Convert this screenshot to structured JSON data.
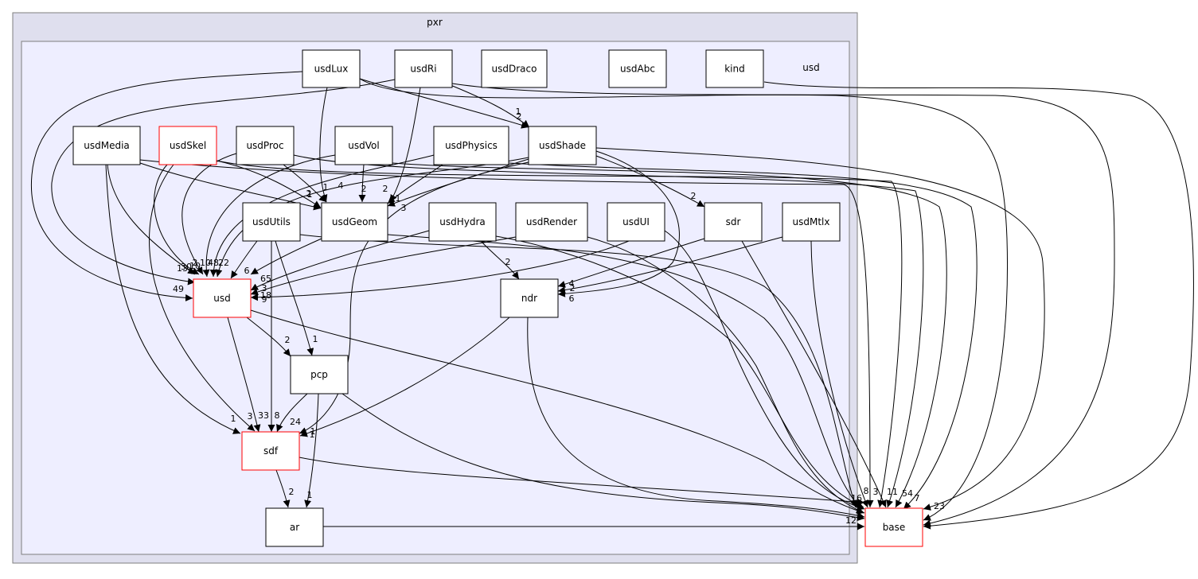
{
  "outer_cluster": {
    "label": "pxr",
    "fill": "#dfdfee",
    "stroke": "#7f7f7f"
  },
  "inner_cluster": {
    "label": "usd",
    "fill": "#eeeeff",
    "stroke": "#7f7f7f"
  },
  "colors": {
    "node_border": "#000000",
    "highlight_border": "#ff0000",
    "node_fill": "#ffffff",
    "edge": "#000000"
  },
  "nodes": [
    {
      "id": "usdLux",
      "label": "usdLux",
      "highlight": false
    },
    {
      "id": "usdRi",
      "label": "usdRi",
      "highlight": false
    },
    {
      "id": "usdDraco",
      "label": "usdDraco",
      "highlight": false
    },
    {
      "id": "usdAbc",
      "label": "usdAbc",
      "highlight": false
    },
    {
      "id": "kind",
      "label": "kind",
      "highlight": false
    },
    {
      "id": "usdMedia",
      "label": "usdMedia",
      "highlight": false
    },
    {
      "id": "usdSkel",
      "label": "usdSkel",
      "highlight": true
    },
    {
      "id": "usdProc",
      "label": "usdProc",
      "highlight": false
    },
    {
      "id": "usdVol",
      "label": "usdVol",
      "highlight": false
    },
    {
      "id": "usdPhysics",
      "label": "usdPhysics",
      "highlight": false
    },
    {
      "id": "usdShade",
      "label": "usdShade",
      "highlight": false
    },
    {
      "id": "usdUtils",
      "label": "usdUtils",
      "highlight": false
    },
    {
      "id": "usdGeom",
      "label": "usdGeom",
      "highlight": false
    },
    {
      "id": "usdHydra",
      "label": "usdHydra",
      "highlight": false
    },
    {
      "id": "usdRender",
      "label": "usdRender",
      "highlight": false
    },
    {
      "id": "usdUI",
      "label": "usdUI",
      "highlight": false
    },
    {
      "id": "sdr",
      "label": "sdr",
      "highlight": false
    },
    {
      "id": "usdMtlx",
      "label": "usdMtlx",
      "highlight": false
    },
    {
      "id": "usd",
      "label": "usd",
      "highlight": true
    },
    {
      "id": "ndr",
      "label": "ndr",
      "highlight": false
    },
    {
      "id": "pcp",
      "label": "pcp",
      "highlight": false
    },
    {
      "id": "sdf",
      "label": "sdf",
      "highlight": true
    },
    {
      "id": "ar",
      "label": "ar",
      "highlight": false
    },
    {
      "id": "base",
      "label": "base",
      "highlight": true
    }
  ],
  "edges": [
    {
      "from": "usdLux",
      "to": "usd",
      "label": "13"
    },
    {
      "from": "usdLux",
      "to": "usdGeom",
      "label": "4"
    },
    {
      "from": "usdLux",
      "to": "usdShade",
      "label": "2"
    },
    {
      "from": "usdLux",
      "to": "base",
      "label": ""
    },
    {
      "from": "usdRi",
      "to": "usd",
      "label": "49"
    },
    {
      "from": "usdRi",
      "to": "usdGeom",
      "label": "2"
    },
    {
      "from": "usdRi",
      "to": "usdShade",
      "label": "1"
    },
    {
      "from": "usdRi",
      "to": "base",
      "label": ""
    },
    {
      "from": "kind",
      "to": "base",
      "label": ""
    },
    {
      "from": "usdMedia",
      "to": "usd",
      "label": "10"
    },
    {
      "from": "usdMedia",
      "to": "usdGeom",
      "label": "1"
    },
    {
      "from": "usdMedia",
      "to": "sdf",
      "label": "1"
    },
    {
      "from": "usdMedia",
      "to": "base",
      "label": ""
    },
    {
      "from": "usdSkel",
      "to": "usd",
      "label": "30"
    },
    {
      "from": "usdSkel",
      "to": "usdGeom",
      "label": "2"
    },
    {
      "from": "usdSkel",
      "to": "sdf",
      "label": "3"
    },
    {
      "from": "usdSkel",
      "to": "base",
      "label": ""
    },
    {
      "from": "usdProc",
      "to": "usd",
      "label": "2"
    },
    {
      "from": "usdProc",
      "to": "usdGeom",
      "label": "1"
    },
    {
      "from": "usdProc",
      "to": "base",
      "label": ""
    },
    {
      "from": "usdVol",
      "to": "usd",
      "label": "10"
    },
    {
      "from": "usdVol",
      "to": "usdGeom",
      "label": "2"
    },
    {
      "from": "usdVol",
      "to": "base",
      "label": ""
    },
    {
      "from": "usdPhysics",
      "to": "usd",
      "label": "48"
    },
    {
      "from": "usdPhysics",
      "to": "usdGeom",
      "label": "1"
    },
    {
      "from": "usdPhysics",
      "to": "base",
      "label": ""
    },
    {
      "from": "usdShade",
      "to": "usd",
      "label": "22"
    },
    {
      "from": "usdShade",
      "to": "usdGeom",
      "label": "3"
    },
    {
      "from": "usdShade",
      "to": "sdr",
      "label": "2"
    },
    {
      "from": "usdShade",
      "to": "ndr",
      "label": "2"
    },
    {
      "from": "usdShade",
      "to": "sdf",
      "label": "1"
    },
    {
      "from": "usdShade",
      "to": "base",
      "label": "23"
    },
    {
      "from": "usdUtils",
      "to": "usd",
      "label": "6"
    },
    {
      "from": "usdUtils",
      "to": "pcp",
      "label": "1"
    },
    {
      "from": "usdUtils",
      "to": "sdf",
      "label": "33"
    },
    {
      "from": "usdUtils",
      "to": "base",
      "label": ""
    },
    {
      "from": "usdGeom",
      "to": "usd",
      "label": "65"
    },
    {
      "from": "usdGeom",
      "to": "base",
      "label": ""
    },
    {
      "from": "usdHydra",
      "to": "usd",
      "label": "3"
    },
    {
      "from": "usdHydra",
      "to": "ndr",
      "label": "2"
    },
    {
      "from": "usdHydra",
      "to": "base",
      "label": ""
    },
    {
      "from": "usdRender",
      "to": "usd",
      "label": "18"
    },
    {
      "from": "usdRender",
      "to": "base",
      "label": ""
    },
    {
      "from": "usdUI",
      "to": "usd",
      "label": "9"
    },
    {
      "from": "usdUI",
      "to": "base",
      "label": ""
    },
    {
      "from": "sdr",
      "to": "ndr",
      "label": "4"
    },
    {
      "from": "sdr",
      "to": "base",
      "label": "11"
    },
    {
      "from": "usdMtlx",
      "to": "ndr",
      "label": "6"
    },
    {
      "from": "usdMtlx",
      "to": "base",
      "label": "3"
    },
    {
      "from": "usd",
      "to": "pcp",
      "label": "2"
    },
    {
      "from": "usd",
      "to": "sdf",
      "label": "8"
    },
    {
      "from": "usd",
      "to": "base",
      "label": "16"
    },
    {
      "from": "ndr",
      "to": "sdf",
      "label": "1"
    },
    {
      "from": "ndr",
      "to": "base",
      "label": "54"
    },
    {
      "from": "pcp",
      "to": "sdf",
      "label": "24"
    },
    {
      "from": "pcp",
      "to": "ar",
      "label": "1"
    },
    {
      "from": "pcp",
      "to": "base",
      "label": "7"
    },
    {
      "from": "sdf",
      "to": "ar",
      "label": "2"
    },
    {
      "from": "sdf",
      "to": "base",
      "label": "8"
    },
    {
      "from": "ar",
      "to": "base",
      "label": "12"
    }
  ]
}
